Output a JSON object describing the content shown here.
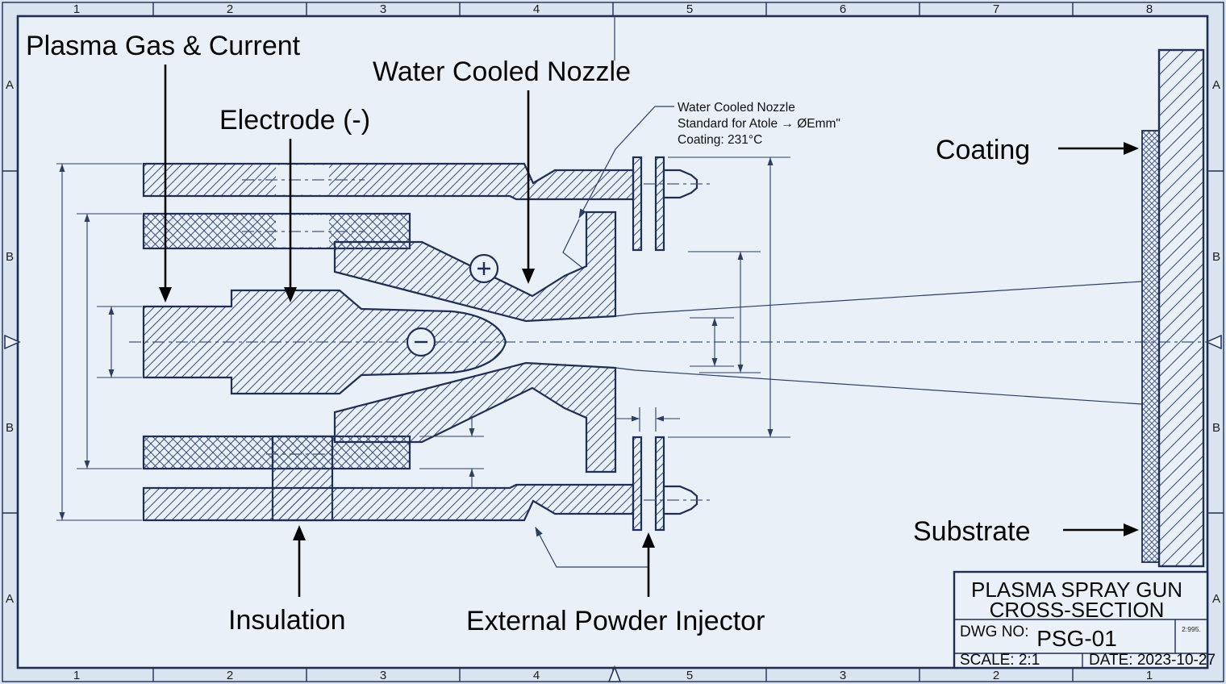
{
  "page": {
    "paper_color": "#e9f0f8",
    "band_color": "#dae4f0",
    "ink_color": "#1f2e52",
    "label_color": "#060606"
  },
  "border": {
    "top_zones": [
      "1",
      "2",
      "3",
      "4",
      "5",
      "6",
      "7",
      "8"
    ],
    "bottom_zones": [
      "1",
      "2",
      "3",
      "4",
      "5",
      "3",
      "2",
      "1"
    ],
    "left_zones": [
      "A",
      "B",
      "B",
      "A"
    ],
    "right_zones": [
      "A",
      "B",
      "B",
      "A"
    ]
  },
  "labels": {
    "plasma_gas": "Plasma Gas & Current",
    "electrode": "Electrode (-)",
    "nozzle": "Water Cooled Nozzle",
    "coating": "Coating",
    "substrate": "Substrate",
    "insulation": "Insulation",
    "injector": "External Powder Injector",
    "polarity_plus": "+",
    "polarity_minus": "−"
  },
  "note": {
    "line1": "Water Cooled Nozzle",
    "line2": "Standard for Atole → ØEmm\"",
    "line3": "Coating: 231°C"
  },
  "title_block": {
    "title_line1": "PLASMA SPRAY GUN",
    "title_line2": "CROSS-SECTION",
    "dwg_label": "DWG NO:",
    "dwg_value": "PSG-01",
    "rev_note": "2:995.",
    "scale": "SCALE: 2:1",
    "date": "DATE: 2023-10-27"
  }
}
